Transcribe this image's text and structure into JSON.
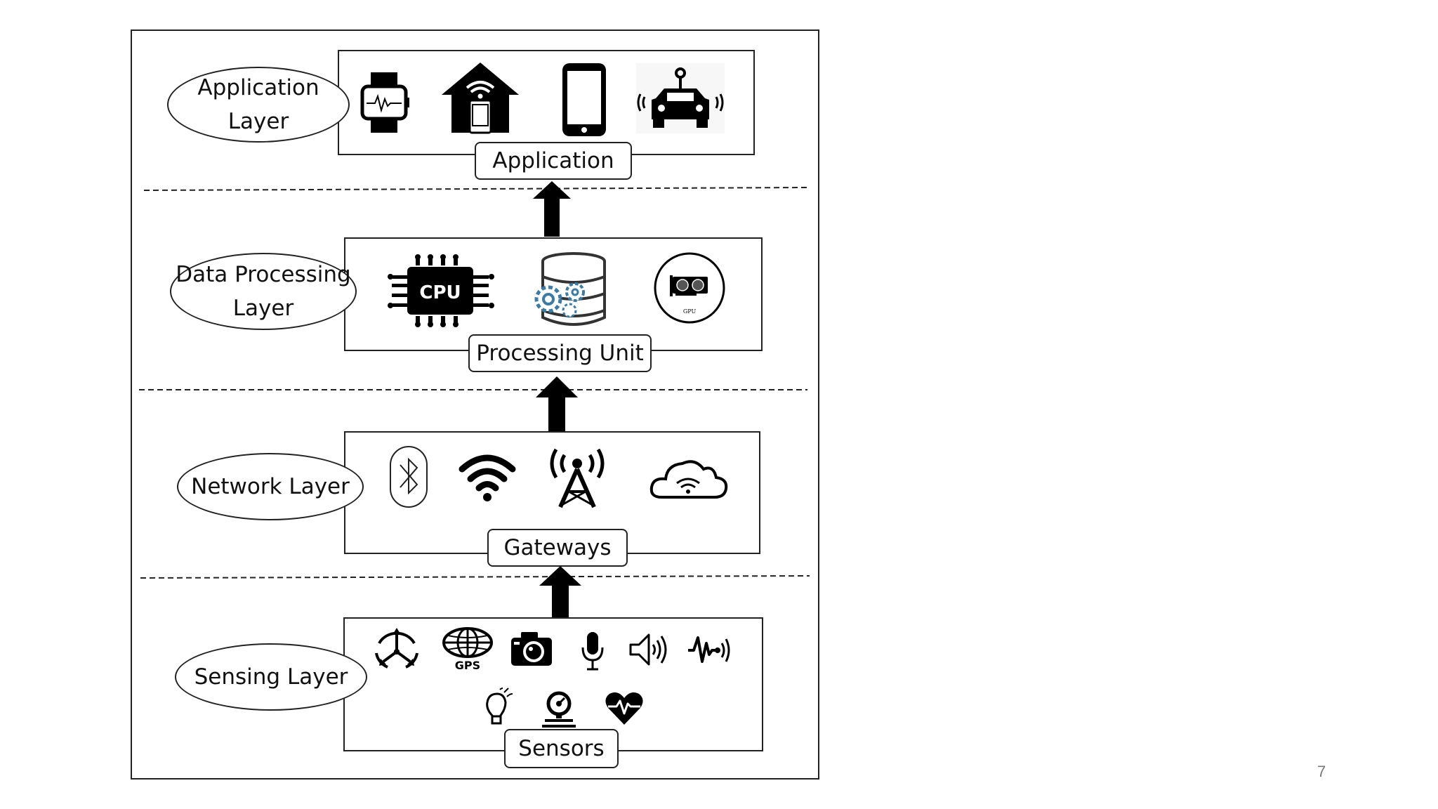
{
  "layers": {
    "application": {
      "ellipse_label": "Application Layer",
      "tag": "Application"
    },
    "processing": {
      "ellipse_label": "Data Processing Layer",
      "tag": "Processing Unit"
    },
    "network": {
      "ellipse_label": "Network Layer",
      "tag": "Gateways"
    },
    "sensing": {
      "ellipse_label": "Sensing Layer",
      "tag": "Sensors"
    }
  },
  "icon_text": {
    "cpu": "CPU",
    "gps": "GPS",
    "gpu": "GPU"
  },
  "icons": {
    "application": [
      "smartwatch-icon",
      "smart-home-icon",
      "smartphone-icon",
      "connected-car-icon"
    ],
    "processing": [
      "cpu-chip-icon",
      "database-gears-icon",
      "gpu-card-icon"
    ],
    "network": [
      "bluetooth-icon",
      "wifi-icon",
      "cell-tower-icon",
      "cloud-wifi-icon"
    ],
    "sensing": [
      "accelerometer-icon",
      "gps-globe-icon",
      "camera-icon",
      "microphone-icon",
      "speaker-icon",
      "vibration-signal-icon",
      "light-bulb-icon",
      "pressure-gauge-icon",
      "heart-rate-icon"
    ]
  },
  "page_number": "7"
}
